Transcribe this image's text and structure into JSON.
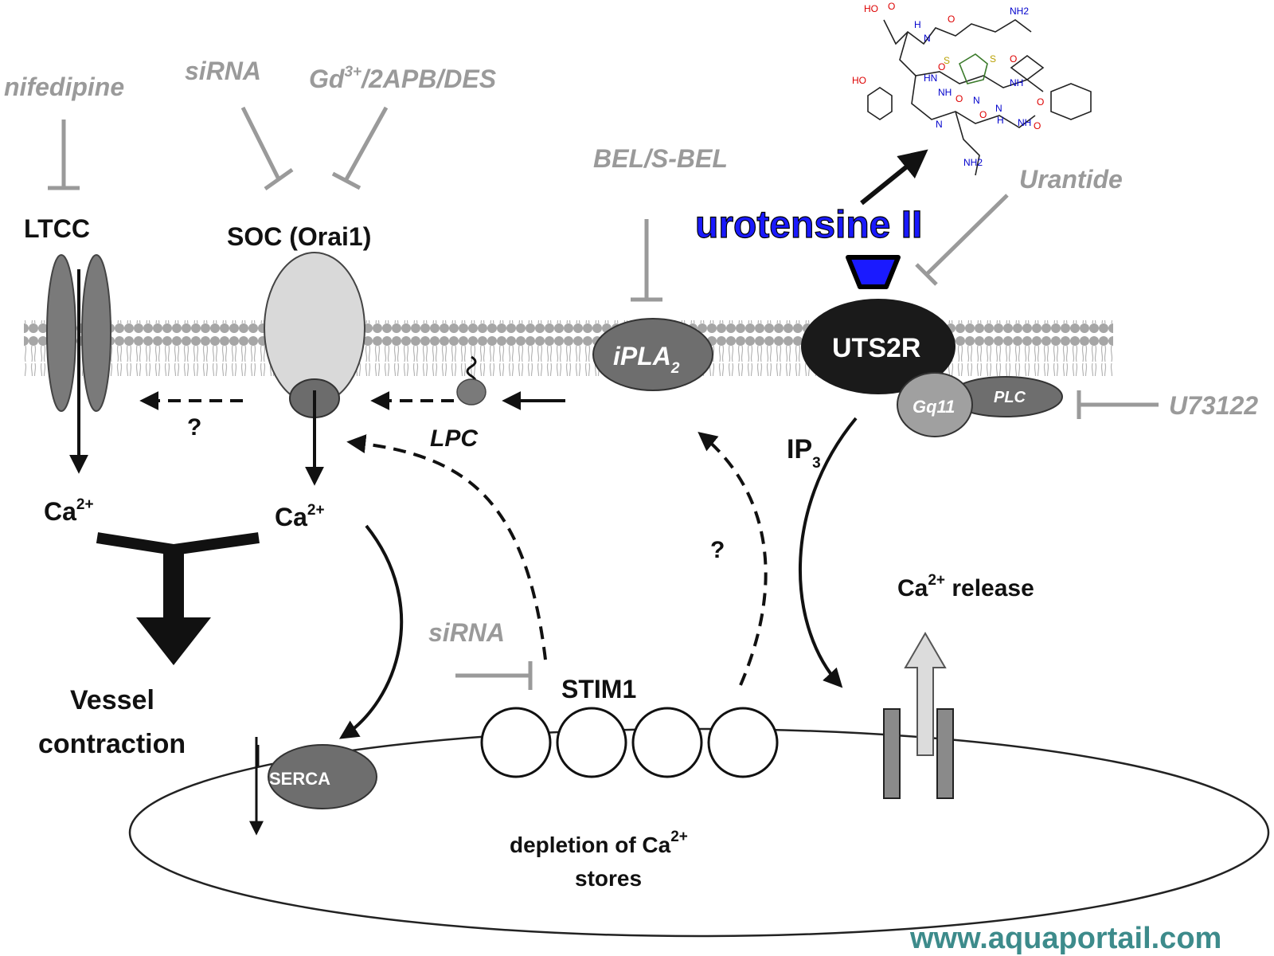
{
  "colors": {
    "inhibitor_gray": "#9a9a9a",
    "membrane_gray": "#a6a6a6",
    "receptor_black": "#1a1a1a",
    "urotensine_blue": "#1a1aff",
    "watermark_teal": "#3d8b8b"
  },
  "inhibitors": {
    "nifedipine": "nifedipine",
    "sirna_top": "siRNA",
    "gd_prefix": "Gd",
    "gd_sup": "3+",
    "gd_rest": "/2APB/DES",
    "bel": "BEL/S-BEL",
    "urantide": "Urantide",
    "u73122": "U73122",
    "sirna_bottom": "siRNA"
  },
  "labels": {
    "ltcc": "LTCC",
    "soc": "SOC (Orai1)",
    "ipla_main": "iPLA",
    "ipla_sub": "2",
    "uts2r": "UTS2R",
    "gq11": "Gq11",
    "plc": "PLC",
    "lpc": "LPC",
    "question_left": "?",
    "question_mid": "?",
    "ca_base": "Ca",
    "ca_sup": "2+",
    "ip_main": "IP",
    "ip_sub": "3",
    "ca_release_rest": " release",
    "vessel_line1": "Vessel",
    "vessel_line2": "contraction",
    "serca": "SERCA",
    "stim1": "STIM1",
    "depletion_line1": "depletion of Ca",
    "depletion_line2": "stores",
    "urotensine": "urotensine II",
    "watermark": "www.aquaportail.com"
  },
  "molecule": {
    "atom_labels": [
      "HO",
      "O",
      "H",
      "N",
      "O",
      "NH2",
      "S",
      "S",
      "HN",
      "O",
      "NH",
      "O",
      "HO",
      "N",
      "N",
      "O",
      "O",
      "N",
      "H",
      "NH",
      "O",
      "NH",
      "O",
      "NH2"
    ]
  }
}
